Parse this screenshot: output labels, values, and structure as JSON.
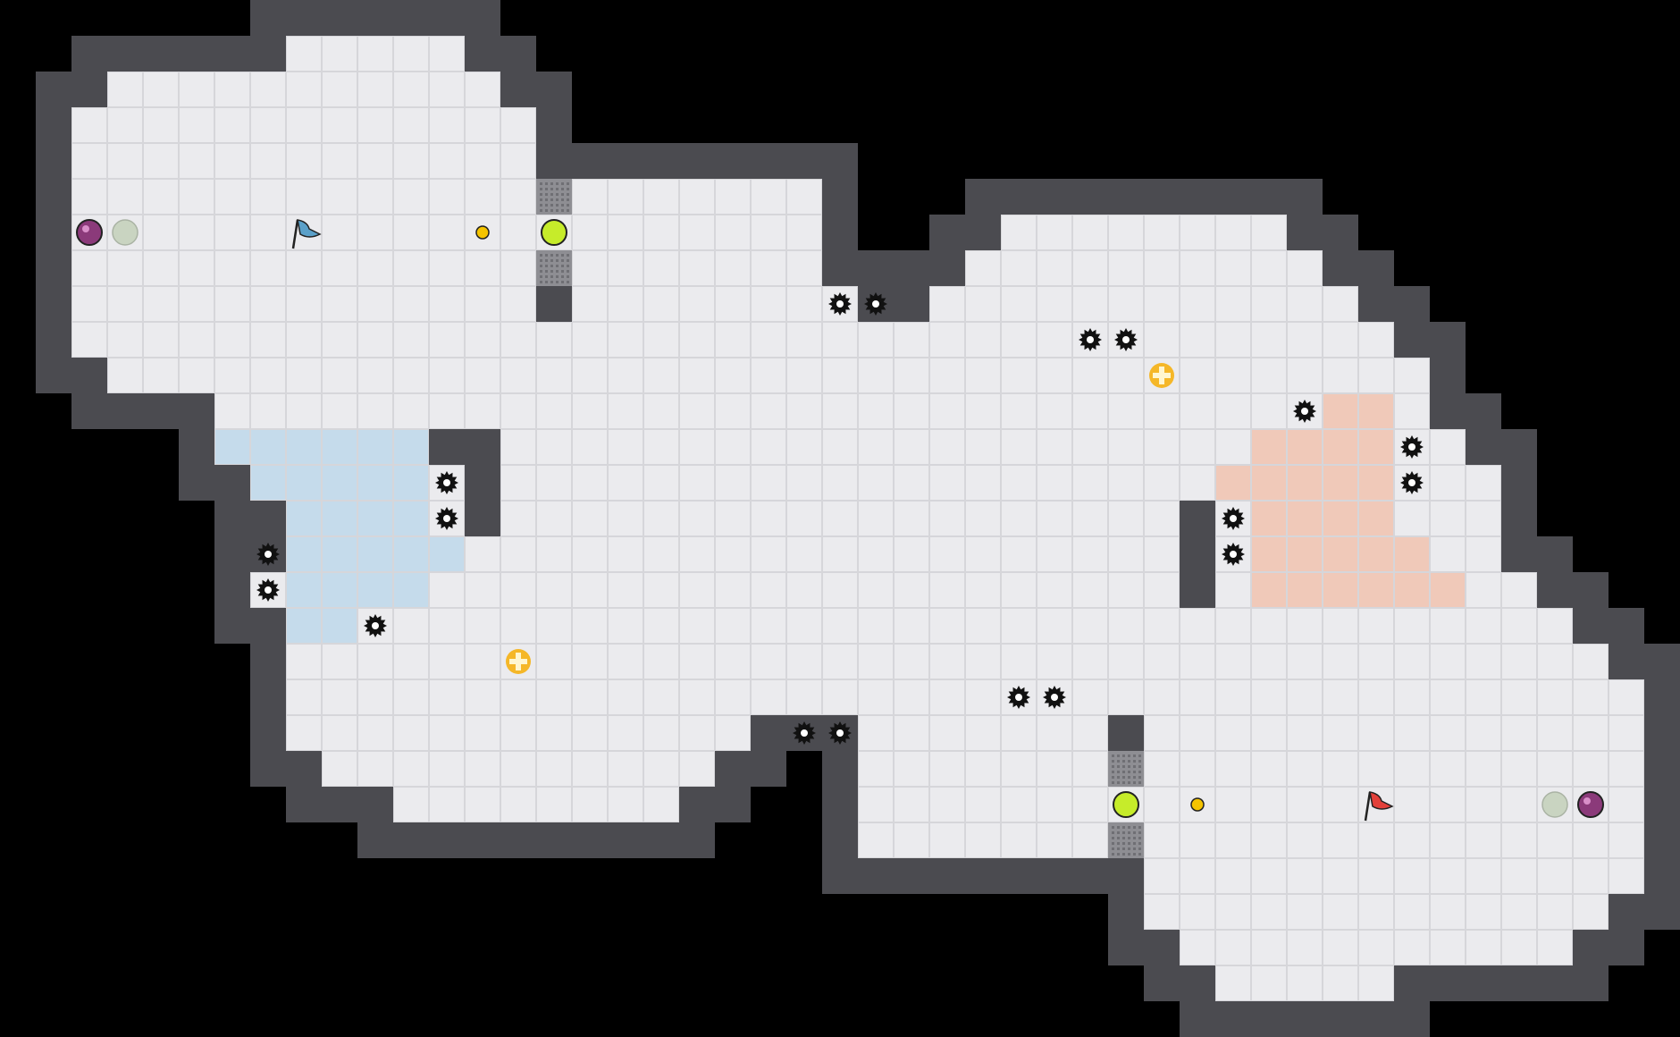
{
  "palette": {
    "background": "#000000",
    "floor": "#ebebee",
    "grid_line": "#d6d6da",
    "wall": "#4b4b50",
    "wall_edge": "#2b2b2f",
    "blue_zone": "#c5dbeb",
    "red_zone": "#f0c9b9",
    "gate_barrier": "#8e8e93",
    "switch_green": "#c6ec2a",
    "coin_gold": "#f5c400",
    "flag_blue": "#5aa0c9",
    "flag_red": "#e2403a",
    "bomb_purple": "#8b3a7a",
    "pad_grey": "#c9d4c1",
    "spike_black": "#111111",
    "medkit_orange": "#f5b728"
  },
  "game": {
    "teams": [
      "blue",
      "red"
    ],
    "items": [
      {
        "kind": "bomb",
        "team": "blue"
      },
      {
        "kind": "respawn-pad",
        "team": "blue"
      },
      {
        "kind": "flag",
        "team": "blue"
      },
      {
        "kind": "coin",
        "team": "blue"
      },
      {
        "kind": "switch",
        "team": "blue"
      },
      {
        "kind": "gate",
        "team": "blue"
      },
      {
        "kind": "gate",
        "team": "blue"
      },
      {
        "kind": "powerup",
        "team": "neutral"
      },
      {
        "kind": "powerup",
        "team": "neutral"
      },
      {
        "kind": "switch",
        "team": "red"
      },
      {
        "kind": "gate",
        "team": "red"
      },
      {
        "kind": "gate",
        "team": "red"
      },
      {
        "kind": "coin",
        "team": "red"
      },
      {
        "kind": "flag",
        "team": "red"
      },
      {
        "kind": "respawn-pad",
        "team": "red"
      },
      {
        "kind": "bomb",
        "team": "red"
      }
    ],
    "spike_count": 18
  }
}
